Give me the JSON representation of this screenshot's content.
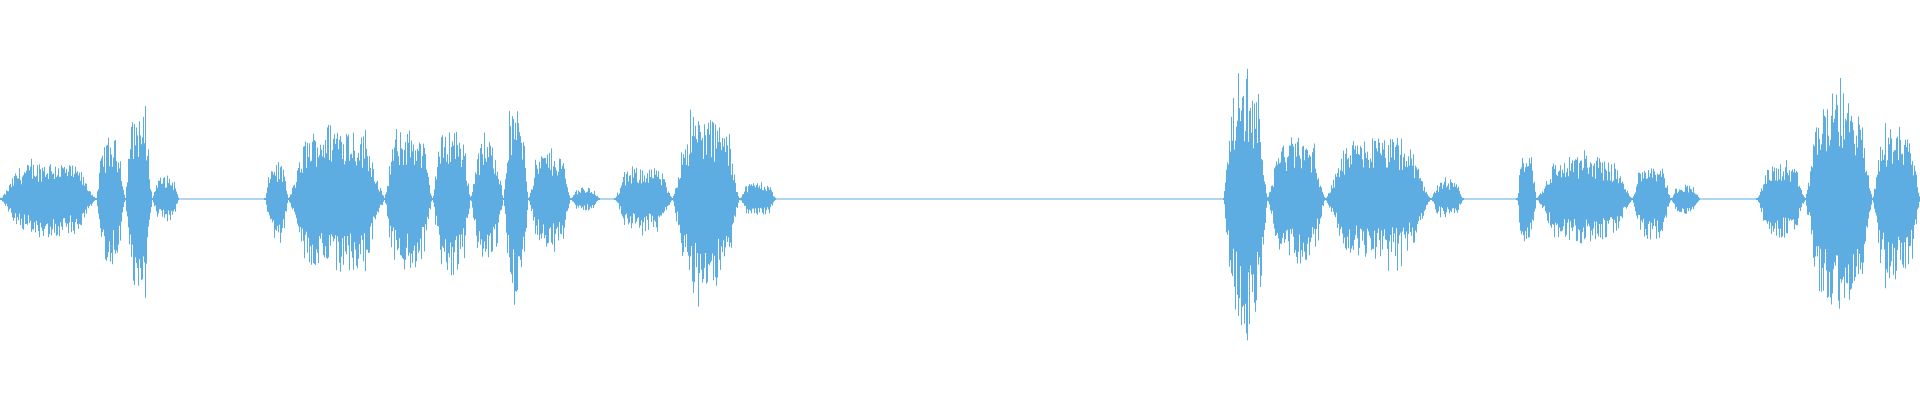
{
  "waveform": {
    "color": "#5dade2",
    "background": "#ffffff",
    "segments": [
      {
        "start": 0.0,
        "end": 0.05,
        "amp_top": 0.26,
        "amp_bottom": 0.26
      },
      {
        "start": 0.05,
        "end": 0.065,
        "amp_top": 0.42,
        "amp_bottom": 0.44
      },
      {
        "start": 0.065,
        "end": 0.079,
        "amp_top": 0.6,
        "amp_bottom": 0.62
      },
      {
        "start": 0.079,
        "end": 0.093,
        "amp_top": 0.16,
        "amp_bottom": 0.16
      },
      {
        "start": 0.138,
        "end": 0.15,
        "amp_top": 0.25,
        "amp_bottom": 0.25
      },
      {
        "start": 0.15,
        "end": 0.2,
        "amp_top": 0.52,
        "amp_bottom": 0.52
      },
      {
        "start": 0.2,
        "end": 0.225,
        "amp_top": 0.48,
        "amp_bottom": 0.5
      },
      {
        "start": 0.225,
        "end": 0.245,
        "amp_top": 0.5,
        "amp_bottom": 0.52
      },
      {
        "start": 0.245,
        "end": 0.262,
        "amp_top": 0.4,
        "amp_bottom": 0.42
      },
      {
        "start": 0.262,
        "end": 0.275,
        "amp_top": 0.6,
        "amp_bottom": 0.62
      },
      {
        "start": 0.275,
        "end": 0.297,
        "amp_top": 0.34,
        "amp_bottom": 0.34
      },
      {
        "start": 0.297,
        "end": 0.312,
        "amp_top": 0.08,
        "amp_bottom": 0.08
      },
      {
        "start": 0.32,
        "end": 0.35,
        "amp_top": 0.22,
        "amp_bottom": 0.22
      },
      {
        "start": 0.35,
        "end": 0.385,
        "amp_top": 0.56,
        "amp_bottom": 0.62
      },
      {
        "start": 0.385,
        "end": 0.404,
        "amp_top": 0.12,
        "amp_bottom": 0.12
      },
      {
        "start": 0.637,
        "end": 0.66,
        "amp_top": 0.8,
        "amp_bottom": 0.86
      },
      {
        "start": 0.66,
        "end": 0.69,
        "amp_top": 0.42,
        "amp_bottom": 0.44
      },
      {
        "start": 0.69,
        "end": 0.745,
        "amp_top": 0.42,
        "amp_bottom": 0.42
      },
      {
        "start": 0.745,
        "end": 0.762,
        "amp_top": 0.12,
        "amp_bottom": 0.12
      },
      {
        "start": 0.79,
        "end": 0.8,
        "amp_top": 0.32,
        "amp_bottom": 0.34
      },
      {
        "start": 0.8,
        "end": 0.85,
        "amp_top": 0.3,
        "amp_bottom": 0.3
      },
      {
        "start": 0.85,
        "end": 0.87,
        "amp_top": 0.26,
        "amp_bottom": 0.28
      },
      {
        "start": 0.87,
        "end": 0.885,
        "amp_top": 0.1,
        "amp_bottom": 0.1
      },
      {
        "start": 0.915,
        "end": 0.94,
        "amp_top": 0.24,
        "amp_bottom": 0.26
      },
      {
        "start": 0.94,
        "end": 0.975,
        "amp_top": 0.72,
        "amp_bottom": 0.76
      },
      {
        "start": 0.975,
        "end": 1.0,
        "amp_top": 0.5,
        "amp_bottom": 0.56
      }
    ]
  }
}
